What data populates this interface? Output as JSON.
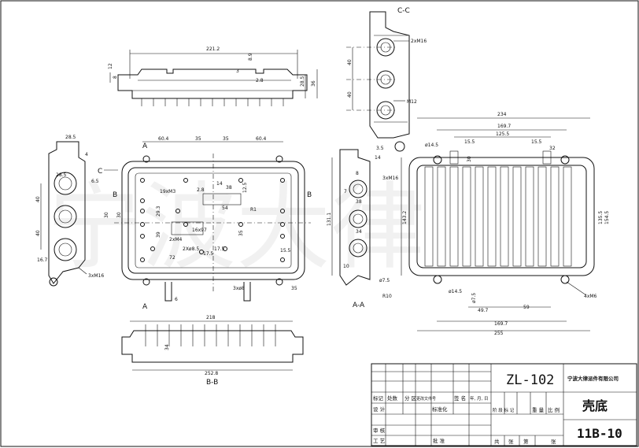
{
  "drawing": {
    "section_labels": {
      "c_c": "C-C",
      "b_b": "B-B",
      "a_a": "A-A",
      "a_top": "A",
      "a_bottom": "A",
      "b_left": "B",
      "b_right": "B",
      "c_arrow": "C"
    },
    "top_view_dims": {
      "overall_width": "221.2",
      "d1": "12",
      "d2": "8",
      "d3": "3",
      "d4": "8.9",
      "d5": "2.8",
      "d6": "28.5",
      "d7": "36"
    },
    "front_view_dims": {
      "d_60_4_left": "60.4",
      "d_35_a": "35",
      "d_35_b": "35",
      "d_60_4_right": "60.4",
      "hole_19x4": "19xM3",
      "d_2_8": "2.8",
      "d_14": "14",
      "d_38": "38",
      "d_12_5": "12.5",
      "d_54": "54",
      "d_r1": "R1",
      "d_29_3": "29.3",
      "d_16x7": "16x97",
      "d_2m4": "2xM4",
      "d_39": "39",
      "d_35_c": "35",
      "d_72": "72",
      "d_2x8_5": "2Xø8.5",
      "d_17_5a": "17.5",
      "d_17_5b": "17.5",
      "d_15_5": "15.5",
      "d_30_a": "30",
      "d_30_b": "30",
      "d_6": "6",
      "d_3x8": "3xø8",
      "d_35_d": "35"
    },
    "left_view_dims": {
      "d_28_5a": "28.5",
      "d_4": "4",
      "d_28_5b": "28.5",
      "d_6_5": "6.5",
      "d_40_a": "40",
      "d_40_b": "40",
      "d_16_7": "16.7",
      "d_3m16": "3xM16"
    },
    "cc_view_dims": {
      "d_2m16": "2xM16",
      "d_40_a": "40",
      "d_40_b": "40",
      "d_m12": "M12"
    },
    "aa_view_dims": {
      "d_3_5": "3.5",
      "d_14": "14",
      "d_8": "8",
      "d_3m16": "3xM16",
      "d_7": "7",
      "d_38": "38",
      "d_34": "34",
      "d_131_1": "131.1",
      "d_10": "10",
      "d_phi7_5": "ø7.5",
      "d_r10": "R10"
    },
    "bb_view_dims": {
      "d_218": "218",
      "d_34": "34",
      "d_252_8": "252.8"
    },
    "right_view_dims": {
      "d_234": "234",
      "d_169_7": "169.7",
      "d_125_5": "125.5",
      "d_15_5a": "15.5",
      "d_15_5b": "15.5",
      "d_32": "32",
      "d_30": "30",
      "d_phi14_5a": "ø14.5",
      "d_143_2": "143.2",
      "d_135_5": "135.5",
      "d_154_5": "154.5",
      "d_phi14_5b": "ø14.5",
      "d_phi7_5": "ø7.5",
      "d_49_7": "49.7",
      "d_59": "59",
      "d_169_7b": "169.7",
      "d_255": "255",
      "d_4m6": "4xM6"
    },
    "watermark": "宁波大律"
  },
  "title_block": {
    "part_number": "ZL-102",
    "company": "宁波大律派件有限公司",
    "part_name": "壳底",
    "drawing_number": "11B-10",
    "row1": [
      "标记",
      "处数",
      "分 区",
      "更改文件号",
      "签 名",
      "年, 月, 日"
    ],
    "row_design": [
      "设 计",
      "标准化"
    ],
    "row_stage": [
      "阶 段 标 记",
      "重 量",
      "比 例"
    ],
    "row_review": "审 核",
    "row_process": "工 艺",
    "row_approve": "批 准",
    "row_sheets": [
      "共",
      "张",
      "第",
      "张"
    ]
  }
}
